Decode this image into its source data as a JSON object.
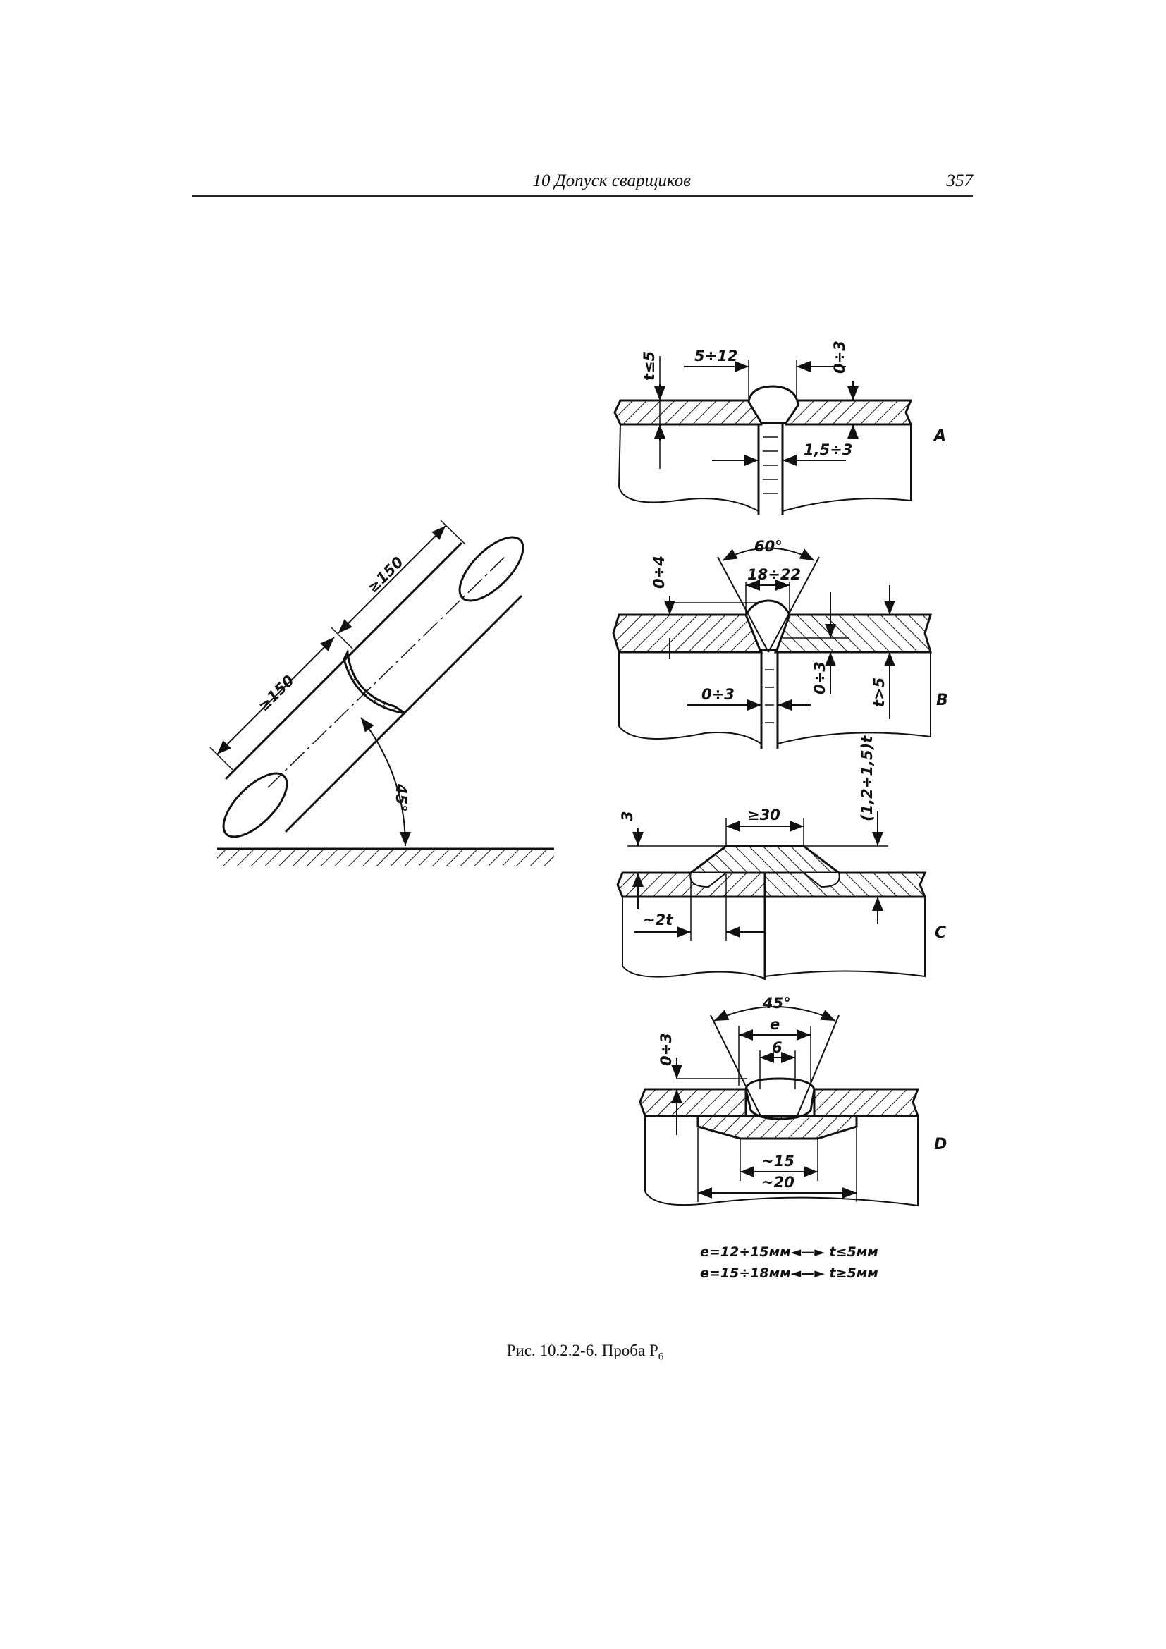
{
  "header": {
    "title": "10 Допуск сварщиков",
    "page_number": "357"
  },
  "figure": {
    "left_sketch": {
      "length_top": "≥150",
      "length_bottom": "≥150",
      "angle": "45°"
    },
    "A": {
      "label": "A",
      "thickness": "t≤5",
      "width": "5÷12",
      "gap": "0÷3",
      "root": "1,5÷3"
    },
    "B": {
      "label": "B",
      "thickness_top": "0÷4",
      "angle": "60°",
      "width": "18÷22",
      "gap": "0÷3",
      "reinforcement": "0÷3",
      "thickness": "t>5"
    },
    "C": {
      "label": "C",
      "leg": "3",
      "width": "≥30",
      "thickness": "(1,2÷1,5)t",
      "offset": "~2t"
    },
    "D": {
      "label": "D",
      "gap": "0÷3",
      "angle": "45°",
      "e": "e",
      "width": "6",
      "backing_inner": "~15",
      "backing_outer": "~20"
    },
    "notes": {
      "line1": "e=12÷15мм◄—► t≤5мм",
      "line2": "e=15÷18мм◄—► t≥5мм"
    }
  },
  "caption": {
    "text": "Рис. 10.2.2-6. Проба Р",
    "subscript": "6"
  },
  "colors": {
    "ink": "#111111",
    "paper": "#ffffff"
  }
}
